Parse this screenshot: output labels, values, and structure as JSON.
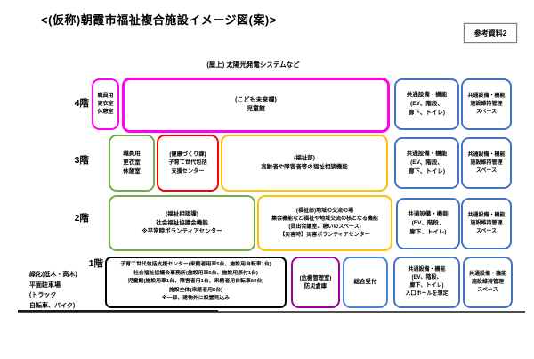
{
  "page": {
    "title": "<(仮称)朝霞市福祉複合施設イメージ図(案)>",
    "reference_tag": "参考資料2"
  },
  "roof": {
    "label": "(屋上) 太陽光発電システムなど"
  },
  "colors": {
    "magenta": "#FF00F2",
    "green": "#70AD47",
    "red": "#FF0000",
    "orange": "#FFC000",
    "blue": "#4472C4",
    "purple": "#A000A0",
    "black": "#000000",
    "ground_line": "#4D4D4D"
  },
  "floors": {
    "f4": {
      "label": "4階",
      "staff_room": "職員用\n更衣室\n休憩室",
      "childrens_hall": "(こども未来課)\n児童館",
      "common_facilities": "共通設備・機能\n(EV、階段、\n廊下、トイレ)",
      "maintenance": "共通設備・機能\n施設維持管理\nスペース"
    },
    "f3": {
      "label": "3階",
      "staff_room": "職員用\n更衣室\n休憩室",
      "support_center": "(健康づくり課)\n子育て世代包括\n支援センター",
      "welfare_consultation": "(福祉部)\n高齢者や障害者等の福祉相談機能",
      "common_facilities": "共通設備・機能\n(EV、階段、\n廊下、トイレ)",
      "maintenance": "共通設備・機能\n施設維持管理\nスペース"
    },
    "f2": {
      "label": "2階",
      "welfare_council": "(福祉相談課)\n社会福祉協議会機能\n※平常時ボランティアセンター",
      "community_exchange": "(福祉部)地域の交流の場\n集会機能など福祉や地域交流の核となる機能\n(貸出会議室、憩いのスペース)\n【災害時】災害ボランティアセンター",
      "common_facilities": "共通設備・機能\n(EV、階段、\n廊下、トイレ)",
      "maintenance": "共通設備・機能\n施設維持管理\nスペース"
    },
    "f1": {
      "label": "1階",
      "parking_details": "子育て世代包括支援センター(来館者用車5台、施設用自転車1台)\n社会福祉協議会事務所(施設用車5台、施設用原付1台)\n児童館(施設用車1台、障害者用1台、来館者用自転車50台)\n施設全体(来館者用5台)\n※一部、建物外に設置見込み",
      "disaster_storage": "(危機管理室)\n防災倉庫",
      "reception": "総合受付",
      "common_facilities": "共通設備・機能\n(EV、階段、\n廊下、トイレ)\n入口ホールを想定",
      "maintenance": "共通設備・機能\n施設維持管理\nスペース"
    }
  },
  "site": {
    "note": "緑化(低木・高木)\n平面駐車場\n(トラック\n自転車、バイク)"
  }
}
